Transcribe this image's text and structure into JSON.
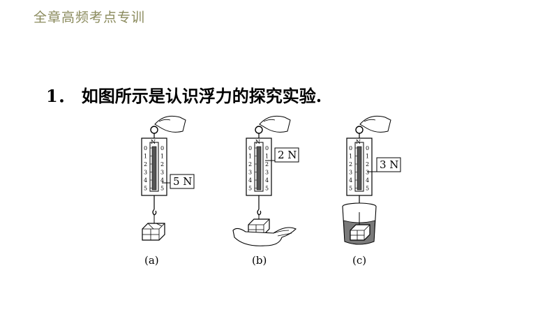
{
  "header": {
    "title": "全章高频考点专训"
  },
  "question": {
    "number": "1．",
    "text": "如图所示是认识浮力的探究实验."
  },
  "figures": [
    {
      "label": "(a)",
      "reading": "5 N",
      "scale_fill": 1.0
    },
    {
      "label": "(b)",
      "reading": "2 N",
      "scale_fill": 0.4
    },
    {
      "label": "(c)",
      "reading": "3 N",
      "scale_fill": 0.6
    }
  ],
  "scale_ticks": [
    "0",
    "1",
    "2",
    "3",
    "4",
    "5"
  ],
  "scale_top_label": "N"
}
